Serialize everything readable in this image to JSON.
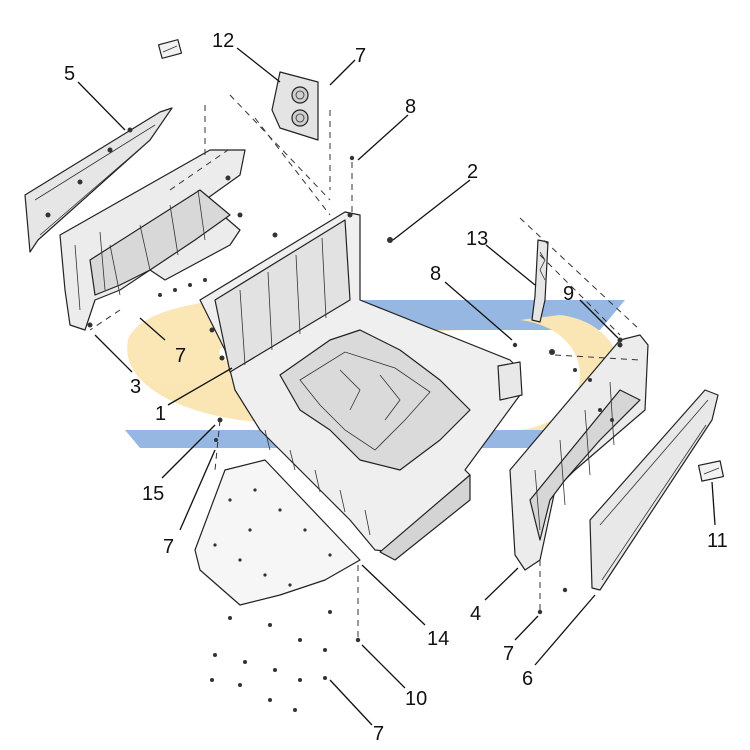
{
  "callouts": [
    {
      "id": "c1",
      "label": "1"
    },
    {
      "id": "c2",
      "label": "2"
    },
    {
      "id": "c3",
      "label": "3"
    },
    {
      "id": "c4",
      "label": "4"
    },
    {
      "id": "c5",
      "label": "5"
    },
    {
      "id": "c6",
      "label": "6"
    },
    {
      "id": "c7a",
      "label": "7"
    },
    {
      "id": "c7b",
      "label": "7"
    },
    {
      "id": "c7c",
      "label": "7"
    },
    {
      "id": "c7d",
      "label": "7"
    },
    {
      "id": "c7e",
      "label": "7"
    },
    {
      "id": "c8a",
      "label": "8"
    },
    {
      "id": "c8b",
      "label": "8"
    },
    {
      "id": "c9",
      "label": "9"
    },
    {
      "id": "c10",
      "label": "10"
    },
    {
      "id": "c11",
      "label": "11"
    },
    {
      "id": "c12",
      "label": "12"
    },
    {
      "id": "c13",
      "label": "13"
    },
    {
      "id": "c14",
      "label": "14"
    },
    {
      "id": "c15",
      "label": "15"
    }
  ],
  "colors": {
    "watermark_gold": "#f7d27a",
    "watermark_blue": "#3f7ec9",
    "part_fill": "#eeeeee",
    "part_shade": "#cfcfcf",
    "line": "#222222"
  }
}
